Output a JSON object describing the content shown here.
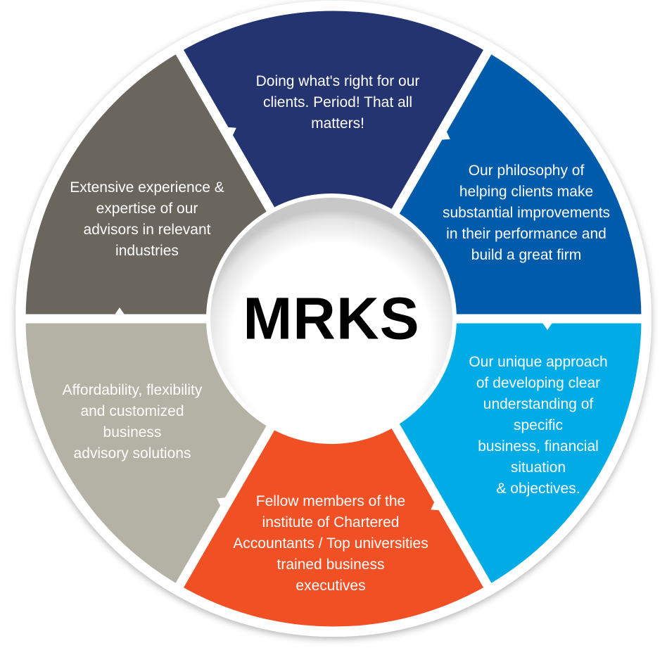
{
  "center": {
    "label": "MRKS"
  },
  "colors": {
    "navy": "#243470",
    "blue": "#005BAA",
    "cyan": "#00ABE6",
    "orange": "#F15025",
    "light_gray": "#B3B2A5",
    "dark_gray": "#6A665E"
  },
  "segments": [
    {
      "id": "top",
      "color": "#243470",
      "lines": [
        "Doing what's right for our",
        "clients. Period! That all",
        "matters!"
      ]
    },
    {
      "id": "upper-right",
      "color": "#005BAA",
      "lines": [
        "Our philosophy of",
        "helping clients make",
        "substantial improvements",
        "in their performance and",
        "build a great firm"
      ]
    },
    {
      "id": "lower-right",
      "color": "#00ABE6",
      "lines": [
        "Our unique approach",
        "of developing clear",
        "understanding of",
        "specific",
        "business, financial",
        "situation",
        "& objectives."
      ]
    },
    {
      "id": "bottom",
      "color": "#F15025",
      "lines": [
        "Fellow members of the",
        "institute of Chartered",
        "Accountants / Top universities",
        "trained business",
        "executives"
      ]
    },
    {
      "id": "lower-left",
      "color": "#B3B2A5",
      "lines": [
        "Affordability, flexibility",
        "and customized",
        "business",
        "advisory solutions"
      ]
    },
    {
      "id": "upper-left",
      "color": "#6A665E",
      "lines": [
        "Extensive experience &",
        "expertise of our",
        "advisors in relevant",
        "industries"
      ]
    }
  ]
}
